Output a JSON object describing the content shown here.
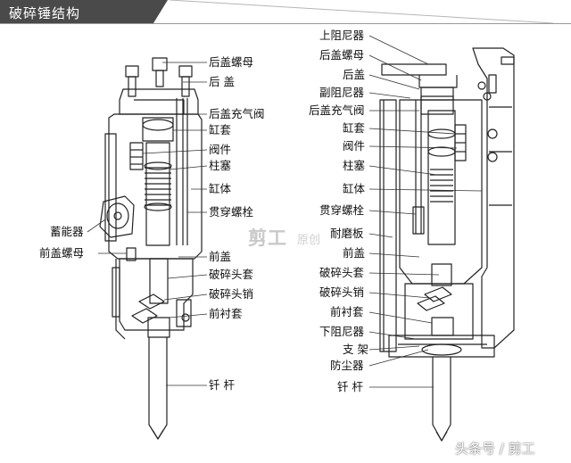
{
  "header": {
    "title": "破碎锤结构"
  },
  "left_labels": [
    "后盖螺母",
    "后 盖",
    "后盖充气阀",
    "缸套",
    "阀件",
    "柱塞",
    "缸体",
    "贯穿螺栓",
    "前盖",
    "破碎头套",
    "破碎头销",
    "前衬套",
    "钎 杆",
    "蓄能器",
    "前盖螺母"
  ],
  "right_labels": [
    "上阻尼器",
    "后盖螺母",
    "后盖",
    "副阻尼器",
    "后盖充气阀",
    "缸套",
    "阀件",
    "柱塞",
    "缸体",
    "贯穿螺栓",
    "耐磨板",
    "前盖",
    "破碎头套",
    "破碎头销",
    "前衬套",
    "下阻尼器",
    "支 架",
    "防尘器",
    "钎 杆"
  ],
  "watermark": {
    "main": "剪工",
    "sub": "原创"
  },
  "footer": {
    "text": "头条号 / 剪工"
  }
}
